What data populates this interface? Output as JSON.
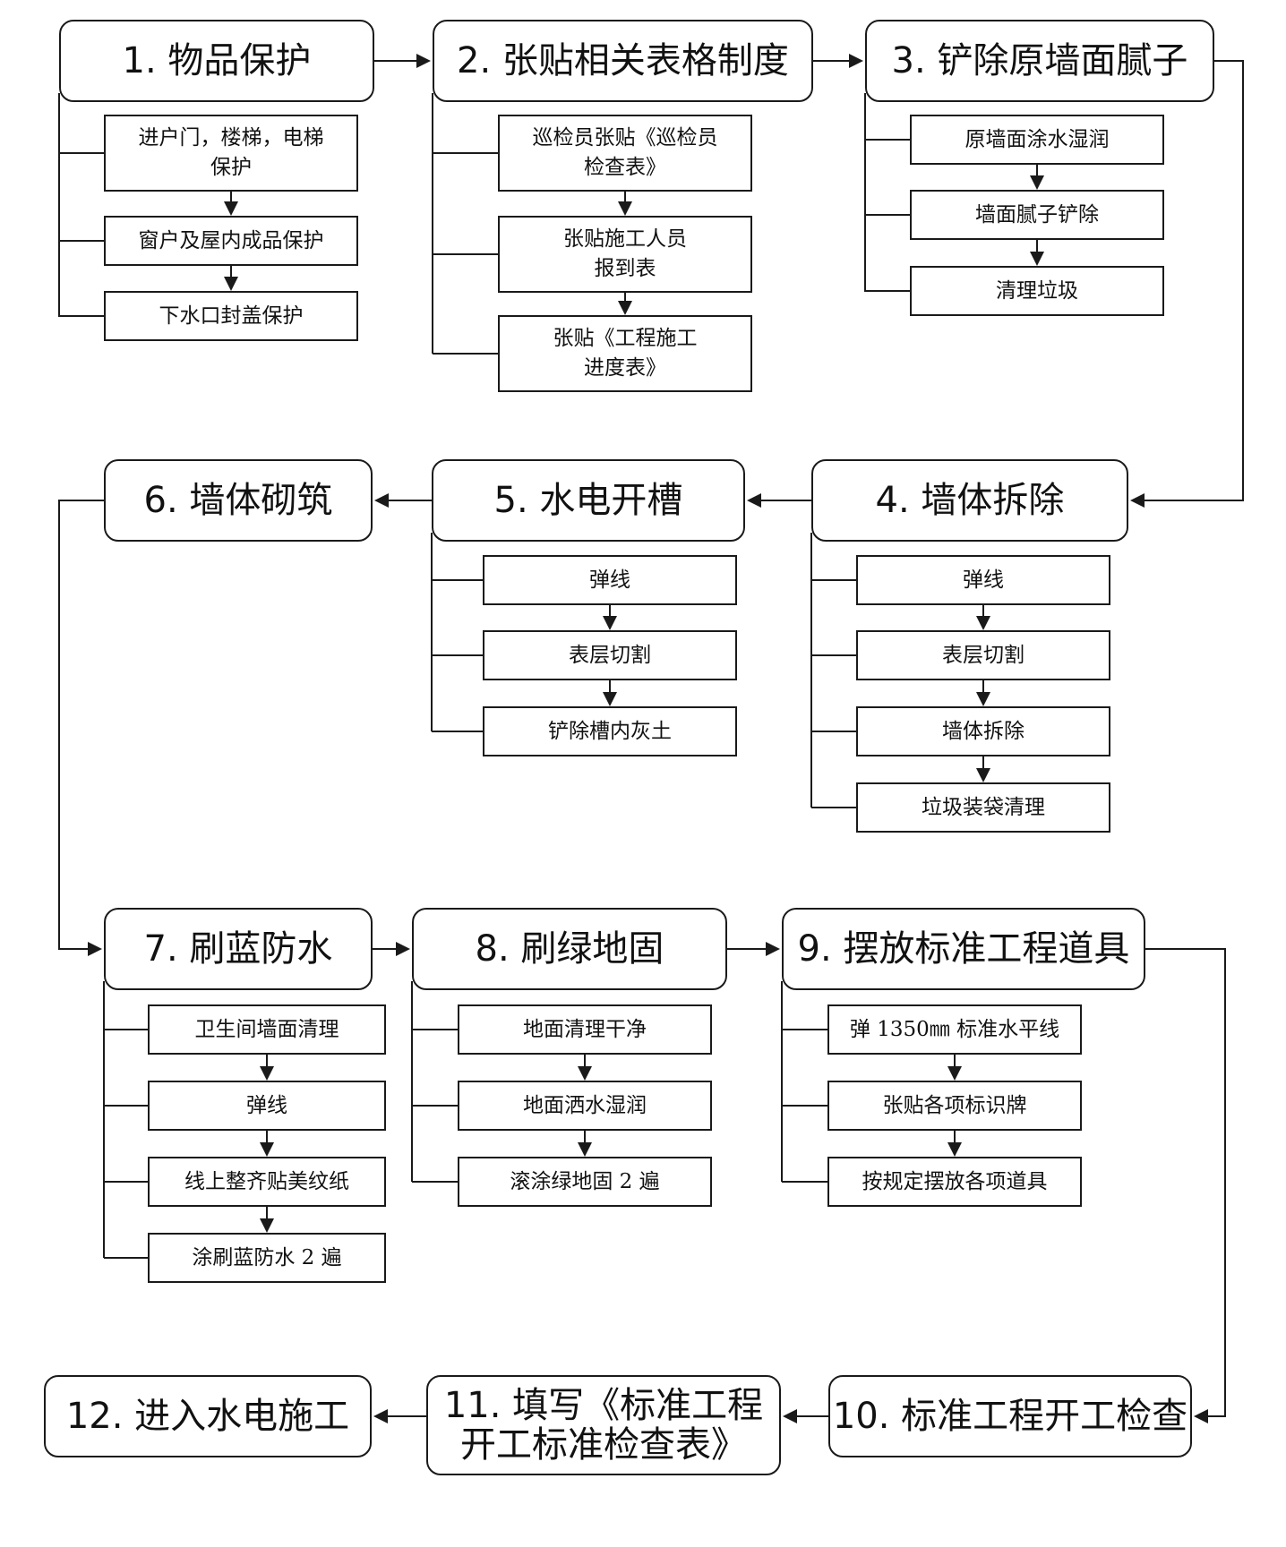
{
  "steps": [
    {
      "label": "1. 物品保护",
      "substeps": [
        "进户门，楼梯，电梯\n保护",
        "窗户及屋内成品保护",
        "下水口封盖保护"
      ]
    },
    {
      "label": "2. 张贴相关表格制度",
      "substeps": [
        "巡检员张贴《巡检员\n检查表》",
        "张贴施工人员\n报到表",
        "张贴《工程施工\n进度表》"
      ]
    },
    {
      "label": "3. 铲除原墙面腻子",
      "substeps": [
        "原墙面涂水湿润",
        "墙面腻子铲除",
        "清理垃圾"
      ]
    },
    {
      "label": "4. 墙体拆除",
      "substeps": [
        "弹线",
        "表层切割",
        "墙体拆除",
        "垃圾装袋清理"
      ]
    },
    {
      "label": "5. 水电开槽",
      "substeps": [
        "弹线",
        "表层切割",
        "铲除槽内灰土"
      ]
    },
    {
      "label": "6. 墙体砌筑",
      "substeps": []
    },
    {
      "label": "7. 刷蓝防水",
      "substeps": [
        "卫生间墙面清理",
        "弹线",
        "线上整齐贴美纹纸",
        "涂刷蓝防水 2 遍"
      ]
    },
    {
      "label": "8. 刷绿地固",
      "substeps": [
        "地面清理干净",
        "地面洒水湿润",
        "滚涂绿地固 2 遍"
      ]
    },
    {
      "label": "9. 摆放标准工程道具",
      "substeps": [
        "弹 1350㎜ 标准水平线",
        "张贴各项标识牌",
        "按规定摆放各项道具"
      ]
    },
    {
      "label": "10. 标准工程开工检查",
      "substeps": []
    },
    {
      "label": "11. 填写《标准工程\n开工标准检查表》",
      "substeps": []
    },
    {
      "label": "12. 进入水电施工",
      "substeps": []
    }
  ]
}
